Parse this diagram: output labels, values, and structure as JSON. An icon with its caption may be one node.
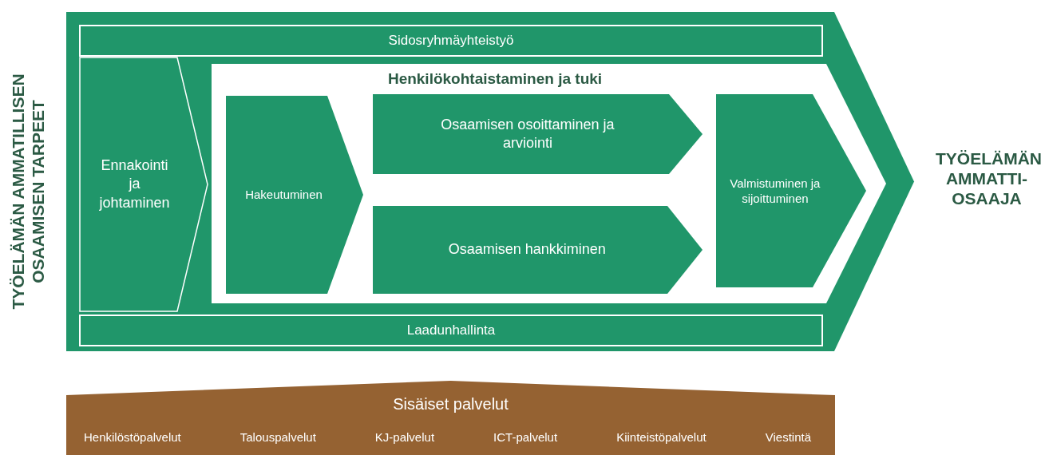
{
  "diagram": {
    "nodes": [
      {
        "text": [],
        "shape": "chevron"
      },
      {
        "text": [
          "Sidosryhmäyhteistyö"
        ],
        "in": 0
      },
      {
        "text": [
          "Ennakointi ja johtaminen"
        ],
        "in": 0
      },
      {
        "text": [
          "Henkilökohtaistaminen ja tuki"
        ],
        "in": 0
      },
      {
        "text": [
          "Hakeutuminen"
        ],
        "in": 3
      },
      {
        "text": [
          "Osaamisen osoittaminen ja arviointi"
        ],
        "in": 3
      },
      {
        "text": [
          "Osaamisen hankkiminen"
        ],
        "in": 3
      },
      {
        "text": [
          "Valmistuminen ja sijoittuminen"
        ],
        "in": 3
      },
      {
        "text": [
          "Laadunhallinta"
        ],
        "in": 0
      },
      {
        "text": [
          "Sisäiset palvelut",
          "Henkilöstöpalvelut",
          "Talouspalvelut",
          "KJ-palvelut",
          "ICT-palvelut",
          "Kiinteistöpalvelut",
          "Viestintä"
        ]
      }
    ],
    "labels": [
      "TYÖELÄMÄN AMMATILLISEN OSAAMISEN TARPEET",
      "TYÖELÄMÄN AMMATTI- OSAAJA"
    ]
  }
}
